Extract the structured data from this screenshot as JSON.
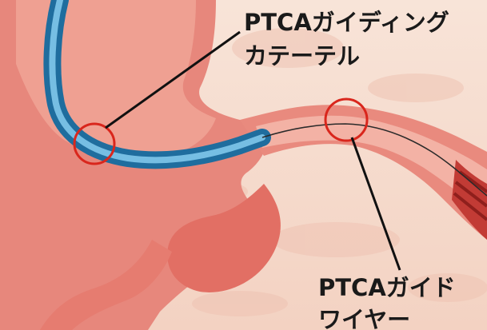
{
  "labels": {
    "catheter_line1": "PTCAガイディング",
    "catheter_line2": "カテーテル",
    "wire_line1": "PTCAガイド",
    "wire_line2": "ワイヤー"
  },
  "colors": {
    "background": "#f7ddd0",
    "vessel_wall": "#e8857a",
    "vessel_lumen": "#f2a79a",
    "catheter_outer": "#2f86b8",
    "catheter_inner": "#8fd0ee",
    "highlight_circle": "#d9261c",
    "leader_line": "#111111"
  },
  "icons": [
    "catheter-highlight-circle",
    "wire-highlight-circle"
  ]
}
